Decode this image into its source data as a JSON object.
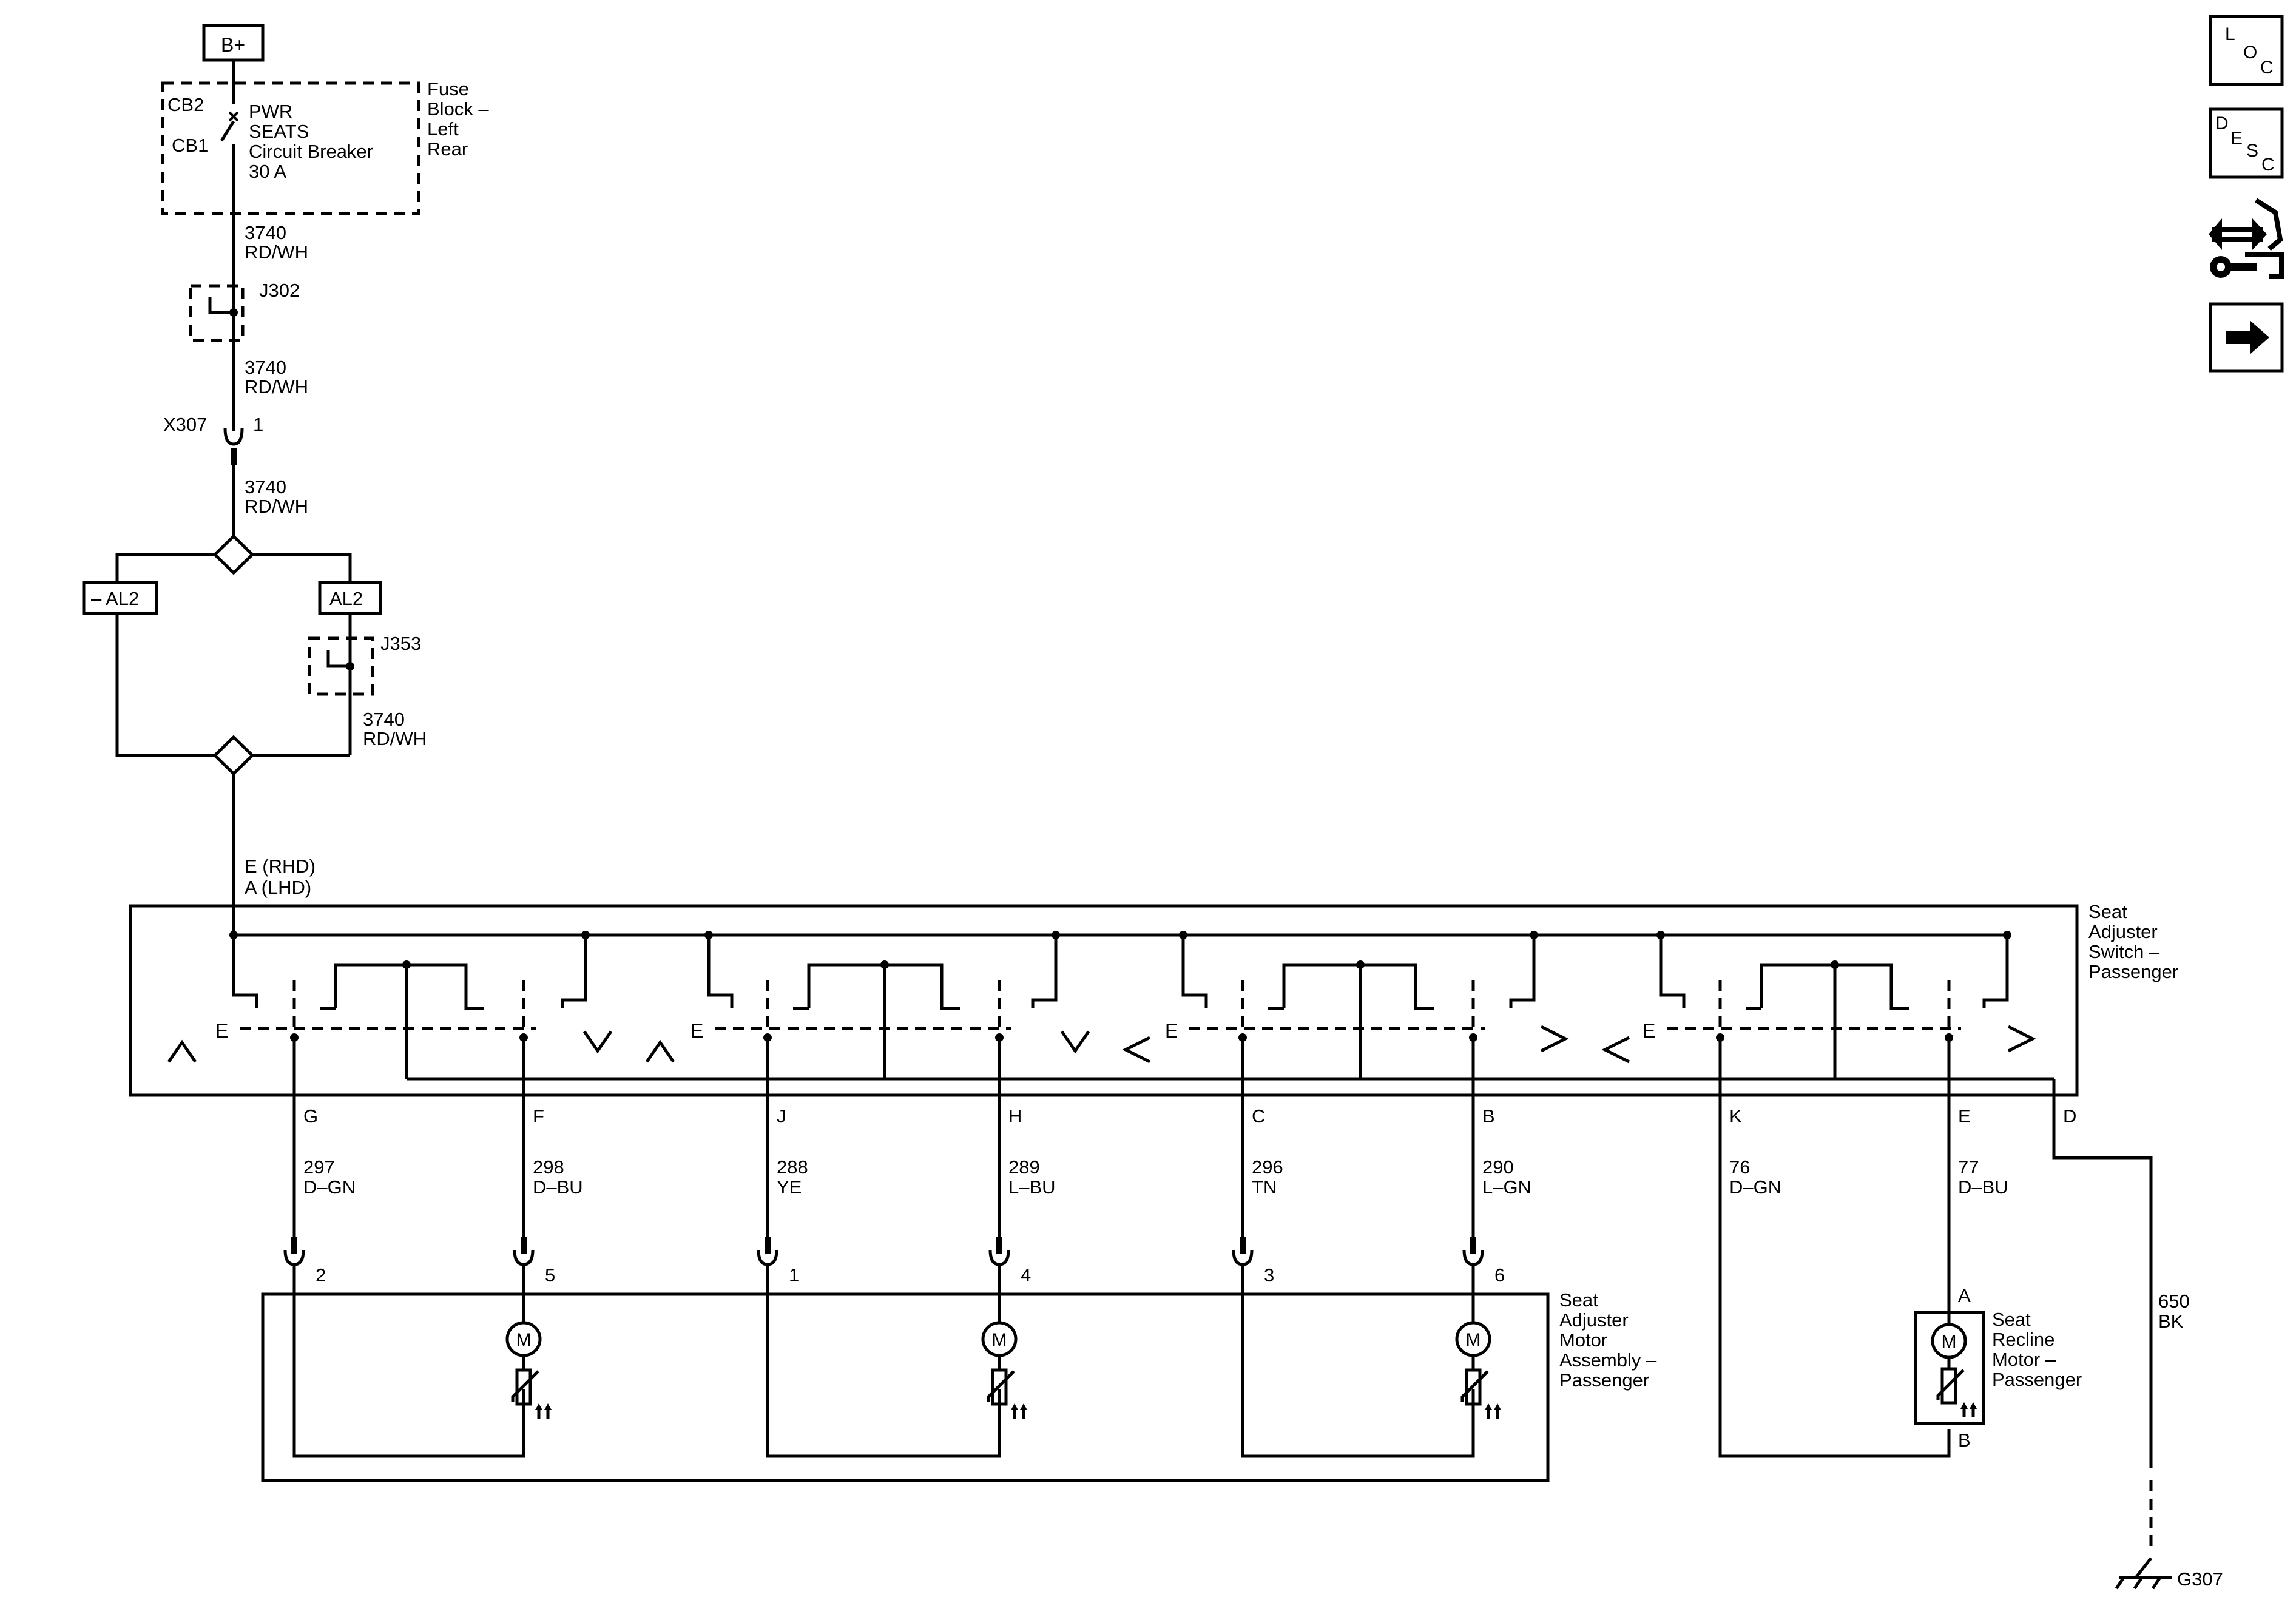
{
  "power": {
    "source": "B+",
    "cb2": "CB2",
    "cb1": "CB1",
    "breaker": [
      "PWR",
      "SEATS",
      "Circuit Breaker",
      "30 A"
    ],
    "fuse_block": [
      "Fuse",
      "Block –",
      "Left",
      "Rear"
    ]
  },
  "wires": {
    "w1": [
      "3740",
      "RD/WH"
    ],
    "w2": [
      "3740",
      "RD/WH"
    ],
    "w3": [
      "3740",
      "RD/WH"
    ],
    "w4": [
      "3740",
      "RD/WH"
    ]
  },
  "splices": {
    "j302": "J302",
    "j353": "J353"
  },
  "connector_x307": {
    "name": "X307",
    "pin": "1"
  },
  "options": {
    "left": "– AL2",
    "right": "AL2"
  },
  "switch_input": [
    "E (RHD)",
    "A (LHD)"
  ],
  "switch": {
    "name": [
      "Seat",
      "Adjuster",
      "Switch –",
      "Passenger"
    ],
    "contact_label": "E",
    "pins": [
      {
        "pin": "G",
        "circuit": "297",
        "color": "D–GN",
        "motor_pin": "2"
      },
      {
        "pin": "F",
        "circuit": "298",
        "color": "D–BU",
        "motor_pin": "5"
      },
      {
        "pin": "J",
        "circuit": "288",
        "color": "YE",
        "motor_pin": "1"
      },
      {
        "pin": "H",
        "circuit": "289",
        "color": "L–BU",
        "motor_pin": "4"
      },
      {
        "pin": "C",
        "circuit": "296",
        "color": "TN",
        "motor_pin": "3"
      },
      {
        "pin": "B",
        "circuit": "290",
        "color": "L–GN",
        "motor_pin": "6"
      },
      {
        "pin": "K",
        "circuit": "76",
        "color": "D–GN"
      },
      {
        "pin": "E",
        "circuit": "77",
        "color": "D–BU"
      }
    ],
    "ground_pin": "D"
  },
  "motor_assembly": {
    "name": [
      "Seat",
      "Adjuster",
      "Motor",
      "Assembly –",
      "Passenger"
    ],
    "motor_symbol": "M"
  },
  "recline_motor": {
    "name": [
      "Seat",
      "Recline",
      "Motor –",
      "Passenger"
    ],
    "pin_a": "A",
    "pin_b": "B",
    "motor_symbol": "M"
  },
  "ground": {
    "circuit": "650",
    "color": "BK",
    "name": "G307"
  },
  "nav": {
    "loc": [
      "L",
      "O",
      "C"
    ],
    "desc": [
      "D",
      "E",
      "S",
      "C"
    ]
  }
}
